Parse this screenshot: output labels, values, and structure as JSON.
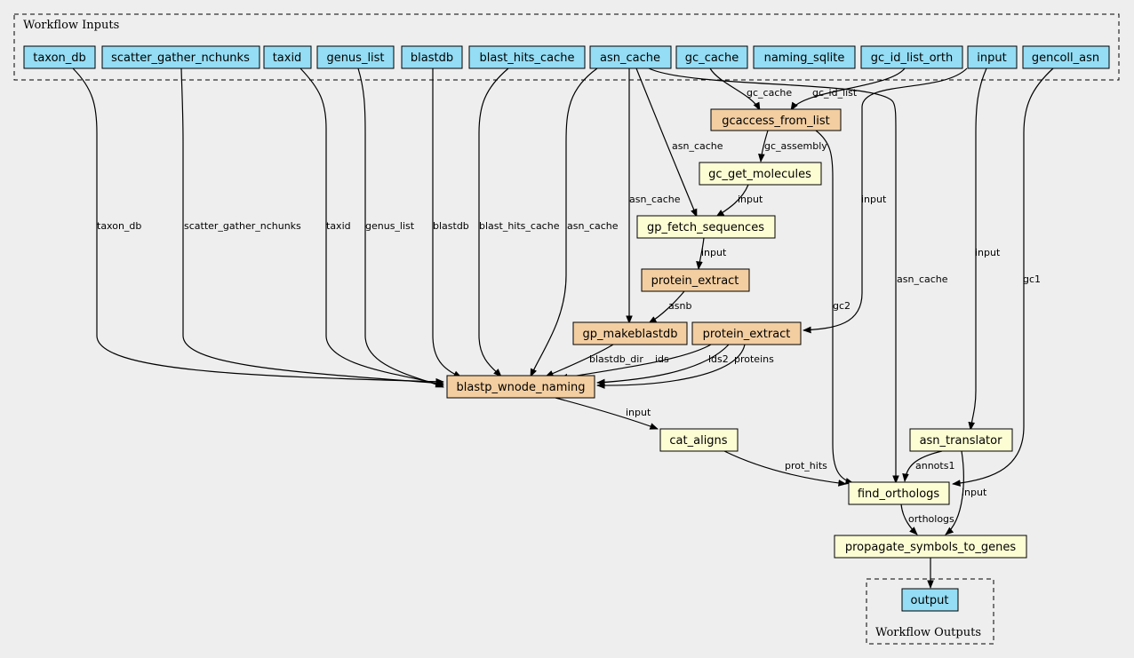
{
  "clusters": {
    "inputs_label": "Workflow Inputs",
    "outputs_label": "Workflow Outputs"
  },
  "colors": {
    "background": "#eeeeee",
    "input_fill": "#94ddf4",
    "step_fill": "#f3cea1",
    "expression_fill": "#fdfdd4"
  },
  "nodes": {
    "taxon_db": "taxon_db",
    "scatter_gather_nchunks": "scatter_gather_nchunks",
    "taxid": "taxid",
    "genus_list": "genus_list",
    "blastdb": "blastdb",
    "blast_hits_cache": "blast_hits_cache",
    "asn_cache": "asn_cache",
    "gc_cache": "gc_cache",
    "naming_sqlite": "naming_sqlite",
    "gc_id_list_orth": "gc_id_list_orth",
    "input": "input",
    "gencoll_asn": "gencoll_asn",
    "gcaccess_from_list": "gcaccess_from_list",
    "gc_get_molecules": "gc_get_molecules",
    "gp_fetch_sequences": "gp_fetch_sequences",
    "protein_extract_1": "protein_extract",
    "gp_makeblastdb": "gp_makeblastdb",
    "protein_extract_2": "protein_extract",
    "blastp_wnode_naming": "blastp_wnode_naming",
    "cat_aligns": "cat_aligns",
    "asn_translator": "asn_translator",
    "find_orthologs": "find_orthologs",
    "propagate_symbols_to_genes": "propagate_symbols_to_genes",
    "output": "output"
  },
  "edge_labels": {
    "taxon_db": "taxon_db",
    "scatter_gather_nchunks": "scatter_gather_nchunks",
    "taxid": "taxid",
    "genus_list": "genus_list",
    "blastdb": "blastdb",
    "blast_hits_cache": "blast_hits_cache",
    "asn_cache_blastp": "asn_cache",
    "asn_cache_makeblastdb": "asn_cache",
    "asn_cache_fetch": "asn_cache",
    "asn_cache_find": "asn_cache",
    "gc_cache": "gc_cache",
    "gc_id_list": "gc_id_list",
    "input_protein_extract": "input",
    "input_asn_translator": "input",
    "gc1": "gc1",
    "gc_assembly": "gc_assembly",
    "input_fetch": "input",
    "input_protein_extract_1": "input",
    "asnb": "asnb",
    "blastdb_dir": "blastdb_dir",
    "ids": "ids",
    "lds2": "lds2",
    "proteins": "proteins",
    "input_cat_aligns": "input",
    "prot_hits": "prot_hits",
    "gc2": "gc2",
    "annots1": "annots1",
    "input_propagate": "input",
    "orthologs": "orthologs"
  }
}
